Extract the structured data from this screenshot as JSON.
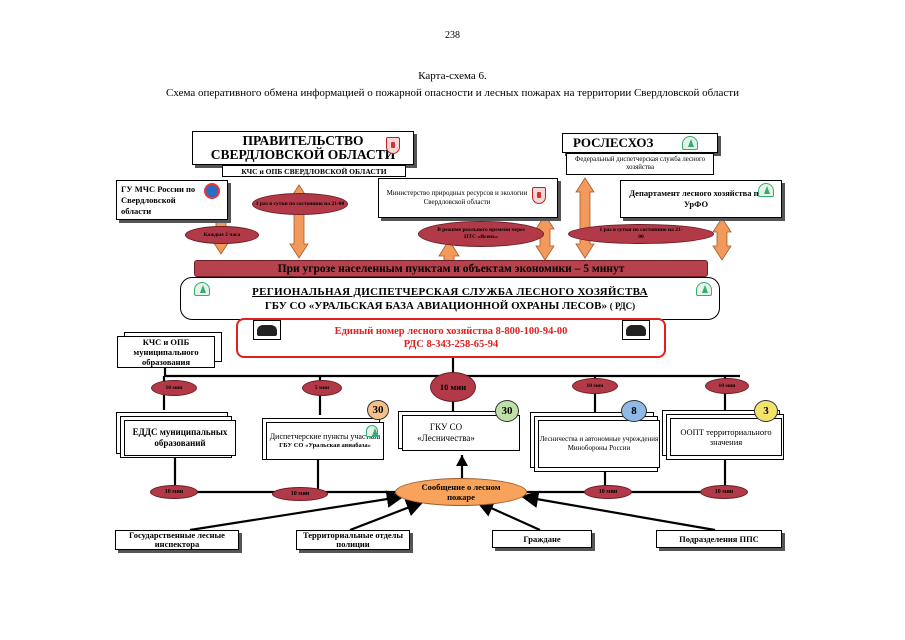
{
  "page_number": "238",
  "caption": "Карта-схема 6.",
  "title": "Схема оперативного обмена информацией о пожарной опасности и лесных пожарах на территории Свердловской области",
  "government": {
    "title_line1": "ПРАВИТЕЛЬСТВО",
    "title_line2": "СВЕРДЛОВСКОЙ ОБЛАСТИ",
    "subtitle": "КЧС и ОПБ СВЕРДЛОВСКОЙ ОБЛАСТИ"
  },
  "roslesozashchita": {
    "title": "РОСЛЕСХОЗ",
    "subtitle": "Федеральный диспетчерская служба лесного хозяйства"
  },
  "gu_mchs": "ГУ МЧС России по Свердловской области",
  "ministry": "Министерство природных ресурсов и экологии Свердловской области",
  "department": "Департамент лесного хозяйства по УрФО",
  "ovals_top": {
    "every2h": "Каждые 2 часа",
    "once_daily_left": "1 раз в сутки по состоянию на 21-00",
    "realtime": "В режиме реального времени через ПТС «Ясень»",
    "once_daily_right": "1 раз в сутки по состоянию на 21-00"
  },
  "threat_bar": "При угрозе населенным пунктам и объектам экономики – 5 минут",
  "rds": {
    "line1": "РЕГИОНАЛЬНАЯ ДИСПЕТЧЕРСКАЯ СЛУЖБА ЛЕСНОГО ХОЗЯЙСТВА",
    "line2": "ГБУ СО «УРАЛЬСКАЯ БАЗА АВИАЦИОННОЙ ОХРАНЫ ЛЕСОВ»",
    "line2_suffix": "( РДС)"
  },
  "hotline": {
    "line1": "Единый номер лесного хозяйства 8-800-100-94-00",
    "line2": "РДС 8-343-258-65-94"
  },
  "kchs_mun": "КЧС и ОПБ муниципального образования",
  "mid_ovals": {
    "edds": "10 мин",
    "dispatch": "5 мин",
    "center": "10 мин",
    "military": "10 мин",
    "oopt": "10 мин"
  },
  "lower_boxes": {
    "edds": "ЕДДС муниципальных образований",
    "dispatch_line1": "Диспетчерские пункты участков",
    "dispatch_line2": "ГБУ СО «Уральская авиабаза»",
    "gku": "ГКУ СО «Лесничества»",
    "military": "Лесничества и автономные учреждения Минобороны России",
    "oopt": "ООПТ территориального значения"
  },
  "badges": {
    "dispatch": "30",
    "gku": "30",
    "military": "8",
    "oopt": "3"
  },
  "badge_colors": {
    "dispatch": "#f6c08a",
    "gku": "#bfe0a6",
    "military": "#8fb9e6",
    "oopt": "#f4e36a"
  },
  "report_oval": "Сообщение о лесном пожаре",
  "bottom_ovals": {
    "b1": "10 мин",
    "b2": "10 мин",
    "b3": "10 мин",
    "b4": "10 мин"
  },
  "sources": {
    "inspectors": "Государственные лесные инспектора",
    "police": "Территориальные отделы полиции",
    "citizens": "Граждане",
    "pps": "Подразделения ППС"
  },
  "colors": {
    "arrow_orange": "#f29a5c",
    "bar_red": "#b5424c",
    "oval_red": "#b23a48",
    "hotline_red": "#e02020",
    "report_orange": "#f7a35c"
  }
}
